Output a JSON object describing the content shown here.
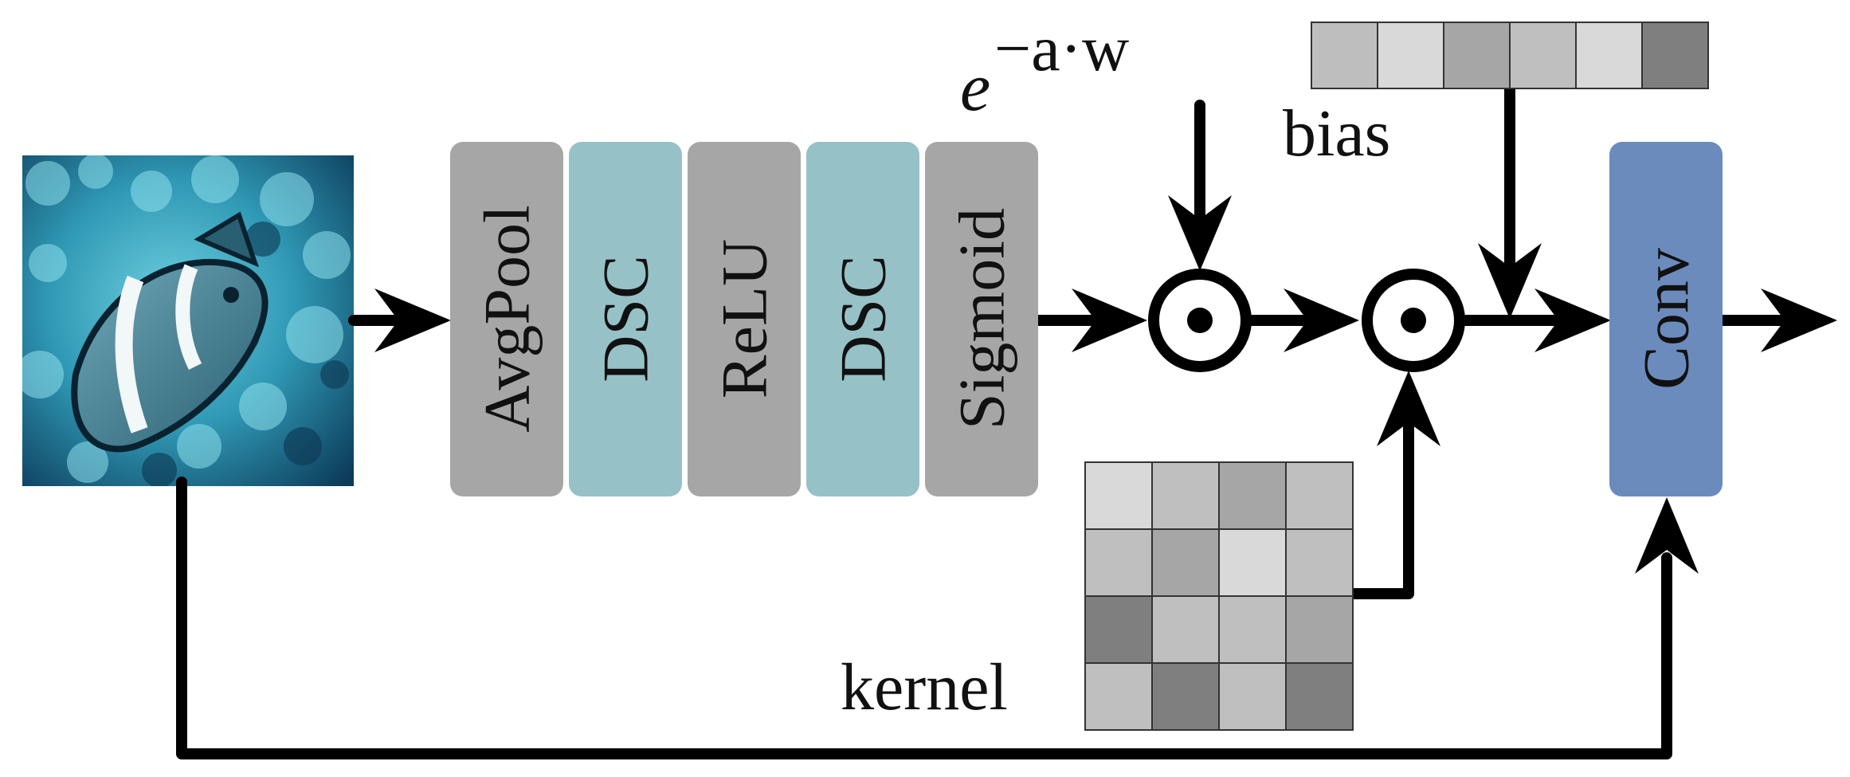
{
  "colors": {
    "gray_block": "#a6a6a6",
    "teal_block": "#96c1c7",
    "conv_block": "#6b8bbd",
    "arrow": "#000000"
  },
  "pipeline": [
    {
      "label": "AvgPool",
      "color": "gray"
    },
    {
      "label": "DSC",
      "color": "teal"
    },
    {
      "label": "ReLU",
      "color": "gray"
    },
    {
      "label": "DSC",
      "color": "teal"
    },
    {
      "label": "Sigmoid",
      "color": "gray"
    }
  ],
  "exponent": {
    "base": "e",
    "power": "−a·w"
  },
  "bias": {
    "label": "bias",
    "cells": [
      "#bebebe",
      "#d9d9d9",
      "#a6a6a6",
      "#bfbfbf",
      "#d9d9d9",
      "#7f7f7f"
    ]
  },
  "kernel": {
    "label": "kernel",
    "cells": [
      [
        "#d9d9d9",
        "#bfbfbf",
        "#a6a6a6",
        "#bfbfbf"
      ],
      [
        "#bfbfbf",
        "#a6a6a6",
        "#d9d9d9",
        "#bfbfbf"
      ],
      [
        "#7f7f7f",
        "#bfbfbf",
        "#bfbfbf",
        "#a6a6a6"
      ],
      [
        "#bfbfbf",
        "#7f7f7f",
        "#bfbfbf",
        "#7f7f7f"
      ]
    ]
  },
  "conv": {
    "label": "Conv"
  },
  "operators": {
    "symbol": "⊙"
  },
  "input_image": {
    "icon": "clownfish-underwater-photo"
  }
}
